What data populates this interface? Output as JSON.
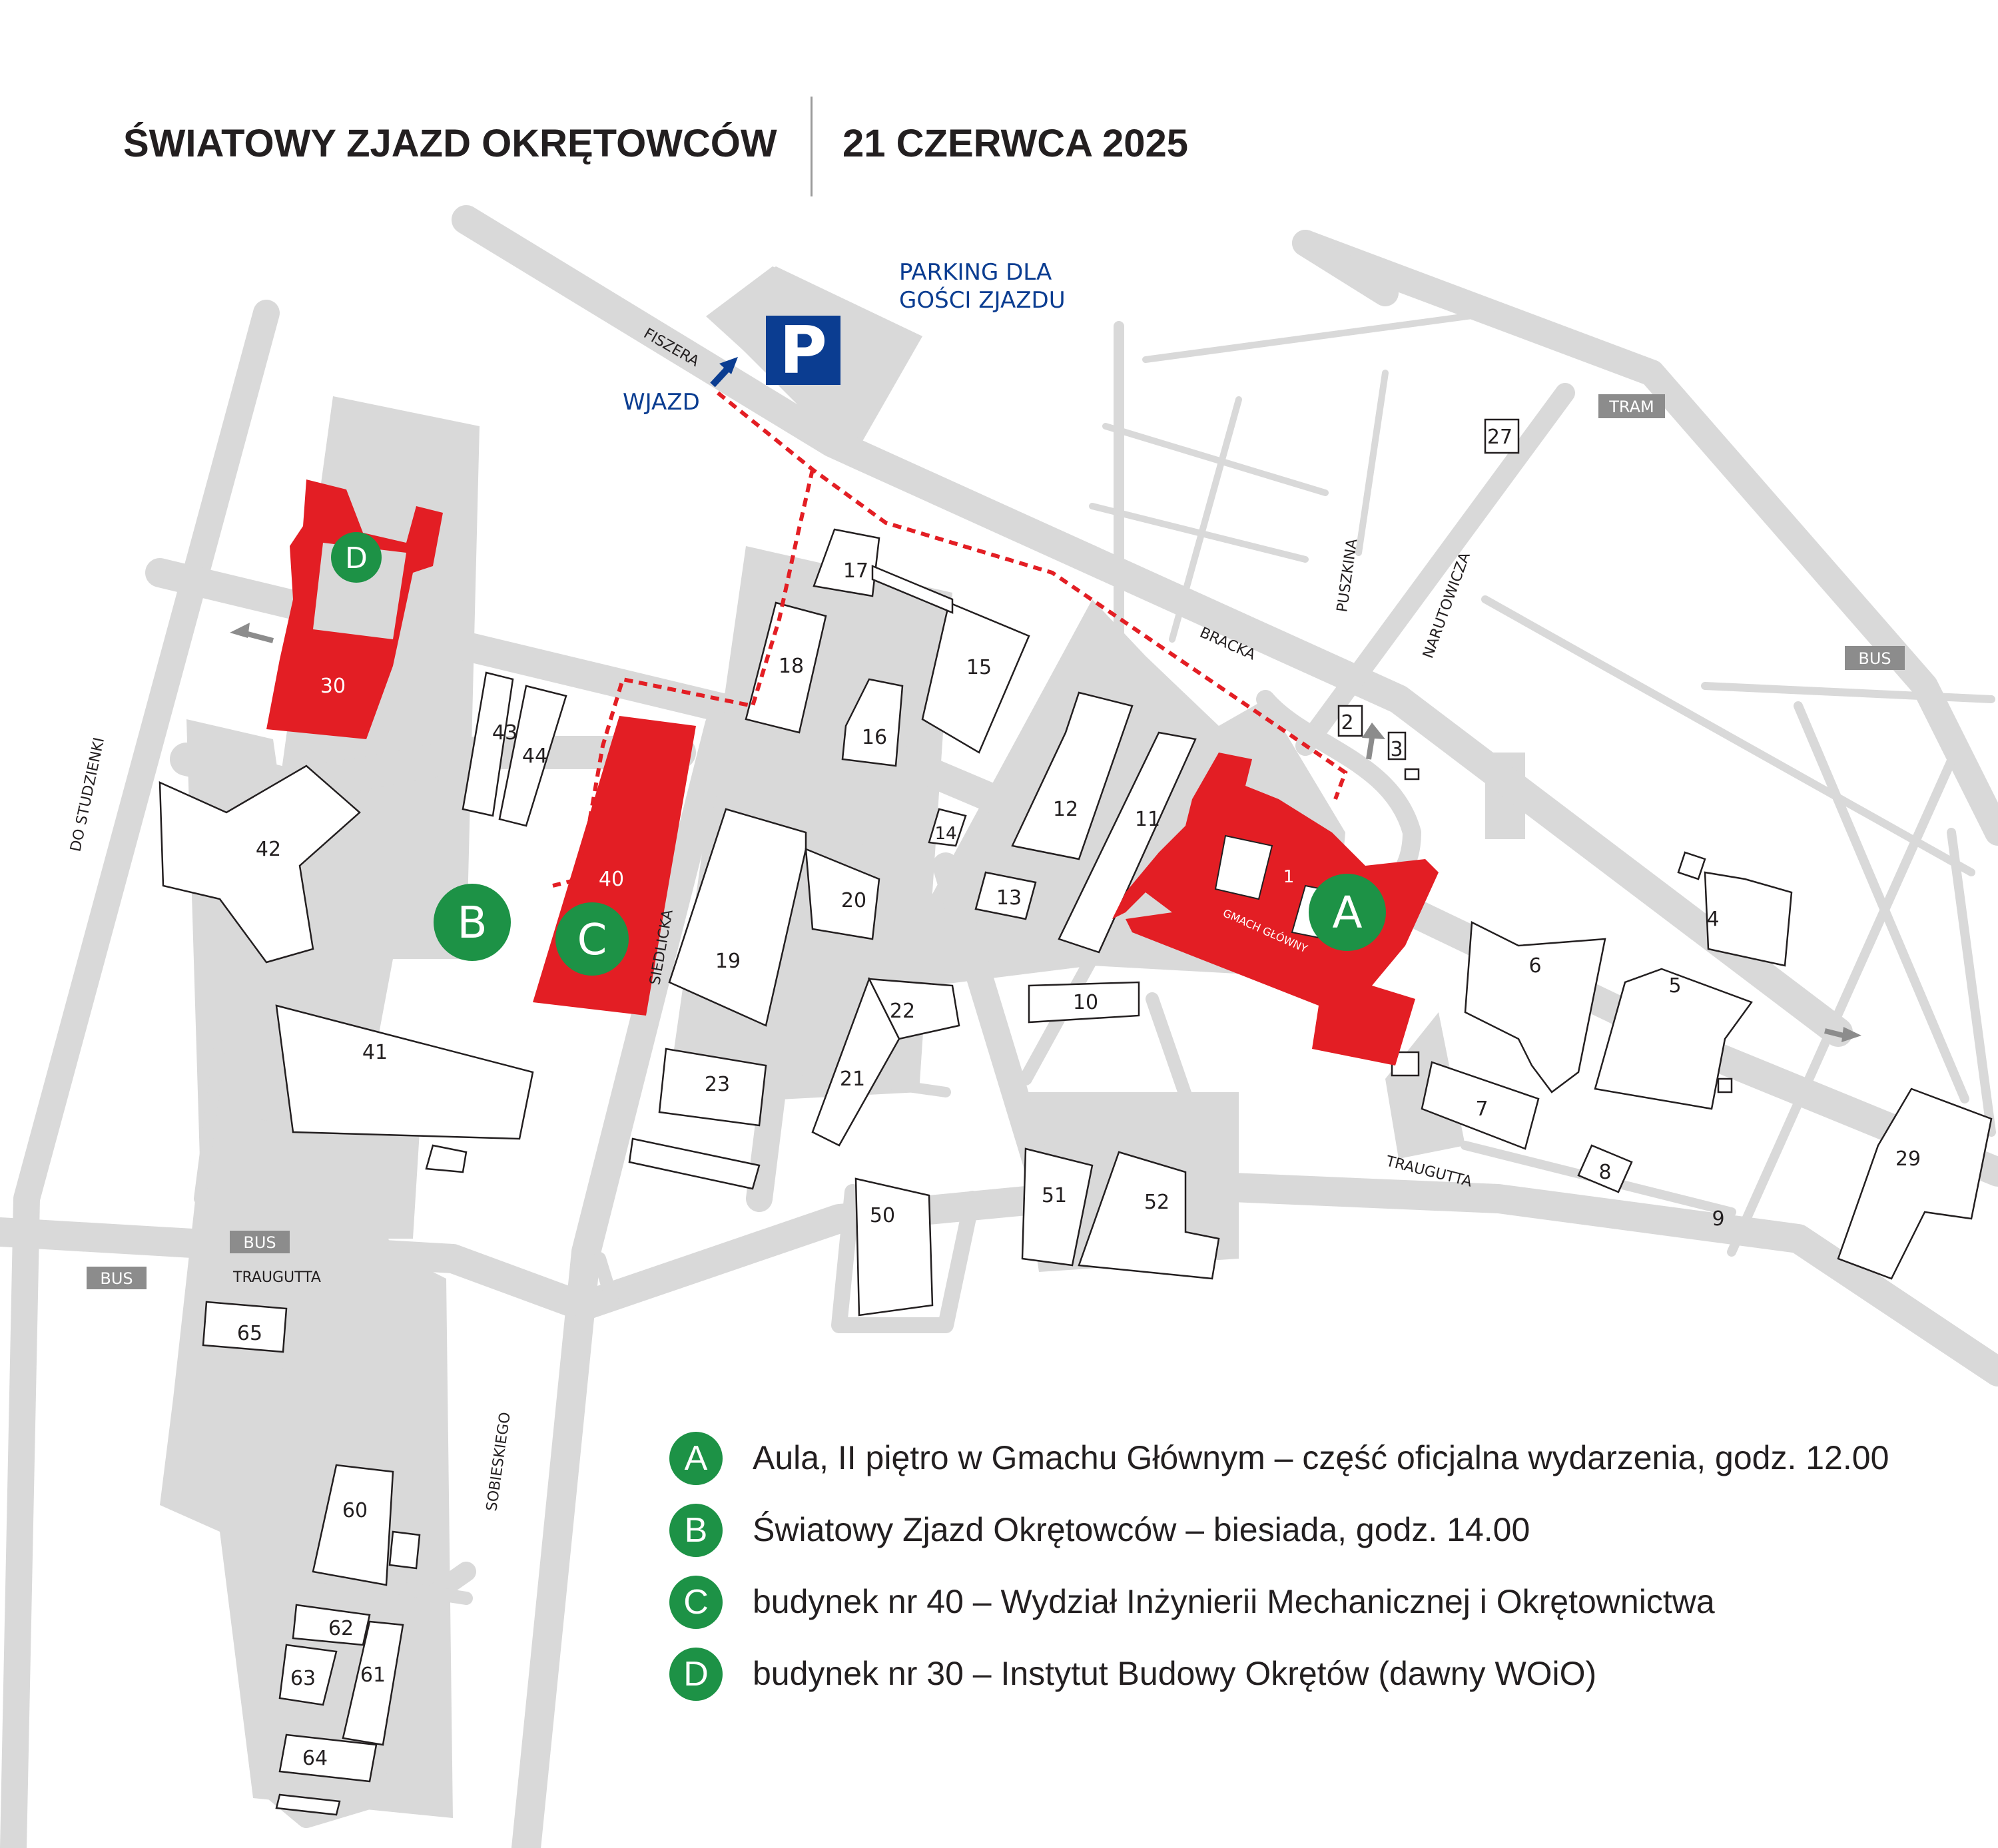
{
  "header": {
    "title": "ŚWIATOWY ZJAZD OKRĘTOWCÓW",
    "date": "21 CZERWCA 2025"
  },
  "parking": {
    "symbol": "P",
    "label_line1": "PARKING DLA",
    "label_line2": "GOŚCI ZJAZDU",
    "entrance": "WJAZD"
  },
  "streets": {
    "fiszera": "FISZERA",
    "bracka": "BRACKA",
    "puszkina": "PUSZKINA",
    "narutowicza": "NARUTOWICZA",
    "siedlicka": "SIEDLICKA",
    "do_studzienki": "DO STUDZIENKI",
    "traugutta": "TRAUGUTTA",
    "sobieskiego": "SOBIESKIEGO"
  },
  "transit": {
    "tram": "TRAM",
    "bus": "BUS"
  },
  "main_building_label": "GMACH GŁÓWNY",
  "buildings": [
    "1",
    "2",
    "3",
    "4",
    "5",
    "6",
    "7",
    "8",
    "9",
    "10",
    "11",
    "12",
    "13",
    "14",
    "15",
    "16",
    "17",
    "19",
    "20",
    "21",
    "22",
    "23",
    "27",
    "29",
    "30",
    "40",
    "41",
    "42",
    "43",
    "44",
    "50",
    "51",
    "52",
    "60",
    "61",
    "62",
    "63",
    "64",
    "65",
    "18"
  ],
  "markers": [
    "A",
    "B",
    "C",
    "D"
  ],
  "legend": [
    {
      "key": "A",
      "text": "Aula, II piętro w Gmachu Głównym – część oficjalna wydarzenia, godz. 12.00"
    },
    {
      "key": "B",
      "text": "Światowy Zjazd Okrętowców – biesiada, godz. 14.00"
    },
    {
      "key": "C",
      "text": "budynek nr 40 – Wydział Inżynierii Mechanicznej i Okrętownictwa"
    },
    {
      "key": "D",
      "text": "budynek nr 30 – Instytut Budowy Okrętów (dawny WOiO)"
    }
  ],
  "colors": {
    "road": "#d9d9d9",
    "highlight": "#e31e24",
    "marker": "#1d9246",
    "parking": "#0b3d91",
    "label_box": "#8c8c8c",
    "route": "#e31e24"
  }
}
